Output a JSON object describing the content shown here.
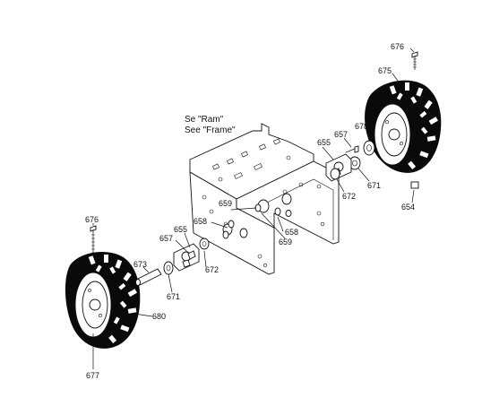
{
  "note": {
    "line1": "Se \"Ram\"",
    "line2": "See \"Frame\""
  },
  "callouts": {
    "c676_right": "676",
    "c675": "675",
    "c678": "678",
    "c657_right": "657",
    "c655_right": "655",
    "c672_right": "672",
    "c671_right": "671",
    "c654": "654",
    "c659_top": "659",
    "c658_top": "658",
    "c658_bottom": "658",
    "c659_bottom": "659",
    "c676_left": "676",
    "c655_left": "655",
    "c657_left": "657",
    "c673": "673",
    "c672_left": "672",
    "c671_left": "671",
    "c680": "680",
    "c677": "677"
  }
}
